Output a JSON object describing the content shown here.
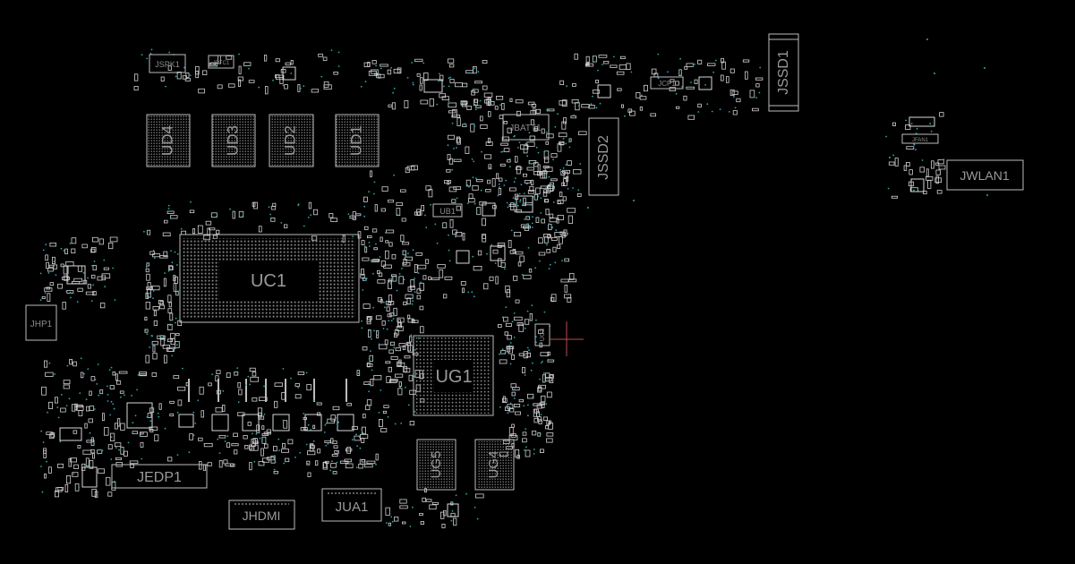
{
  "diagram": {
    "type": "pcb-boardview",
    "colors": {
      "background": "#000000",
      "outline": "#bdbdbd",
      "label": "#9a9a9a",
      "via": "#2aa7b3",
      "pad": "#d8d8d8",
      "cursor": "#c24a4a"
    },
    "components": [
      {
        "id": "jspk1",
        "label": "JSPK1"
      },
      {
        "id": "jrtc1",
        "label": "JRTC1"
      },
      {
        "id": "ud4",
        "label": "UD4"
      },
      {
        "id": "ud3",
        "label": "UD3"
      },
      {
        "id": "ud2",
        "label": "UD2"
      },
      {
        "id": "ud1",
        "label": "UD1"
      },
      {
        "id": "jbatt1",
        "label": "JBATT1"
      },
      {
        "id": "jssd2",
        "label": "JSSD2"
      },
      {
        "id": "jssd1",
        "label": "JSSD1"
      },
      {
        "id": "jcp1",
        "label": "JCP1"
      },
      {
        "id": "jfan1",
        "label": "JFAN1"
      },
      {
        "id": "jwlan1",
        "label": "JWLAN1"
      },
      {
        "id": "ub1",
        "label": "UB1"
      },
      {
        "id": "uc1",
        "label": "UC1"
      },
      {
        "id": "jhp1",
        "label": "JHP1"
      },
      {
        "id": "ug1",
        "label": "UG1"
      },
      {
        "id": "ug3",
        "label": "UG3"
      },
      {
        "id": "ug5",
        "label": "UG5"
      },
      {
        "id": "ug4",
        "label": "UG4"
      },
      {
        "id": "jedp1",
        "label": "JEDP1"
      },
      {
        "id": "jhdmi",
        "label": "JHDMI"
      },
      {
        "id": "jua1",
        "label": "JUA1"
      }
    ]
  }
}
